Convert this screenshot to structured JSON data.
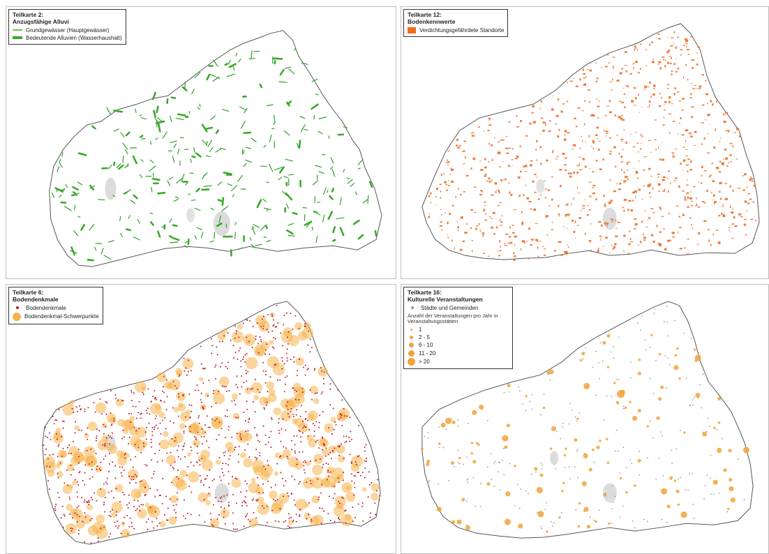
{
  "panels": [
    {
      "title": "Teilkarte 2:",
      "subtitle": "Anzugsfähige Alluvi",
      "legend": [
        {
          "label": "Grundgewässer (Hauptgewässer)",
          "color": "#6cc34a"
        },
        {
          "label": "Bedeutende Alluvien (Wasserhaushalt)",
          "color": "#3aa82a"
        }
      ],
      "marker_color": "#2f9e2a",
      "map_outline": "#444444",
      "lake_color": "#d9d9d9"
    },
    {
      "title": "Teilkarte 12:",
      "subtitle": "Bodenkennwerte",
      "legend": [
        {
          "label": "Verdichtungsgefährdete Standorte",
          "color": "#f26c1b"
        }
      ],
      "marker_color": "#ea6a1f"
    },
    {
      "title": "Teilkarte 6:",
      "subtitle": "Bodendenkmale",
      "legend": [
        {
          "label": "Bodendenkmale",
          "color": "#c0182a"
        },
        {
          "label": "Bodendenkmal-Schwerpunkte",
          "color": "#f6b24a"
        }
      ],
      "marker_color": "#c0182a",
      "halo_color": "#f6b24a"
    },
    {
      "title": "Teilkarte 16:",
      "subtitle": "Kulturelle Veranstaltungen",
      "legend_top": {
        "label": "Städte und Gemeinden",
        "color": "#999999"
      },
      "legend_note": "Anzahl der Veranstaltungen pro Jahr in Veranstaltungsstätten",
      "size_classes": [
        "1",
        "2 - 5",
        "6 - 10",
        "11 - 20",
        "> 20"
      ],
      "marker_color": "#f1a33a"
    }
  ]
}
